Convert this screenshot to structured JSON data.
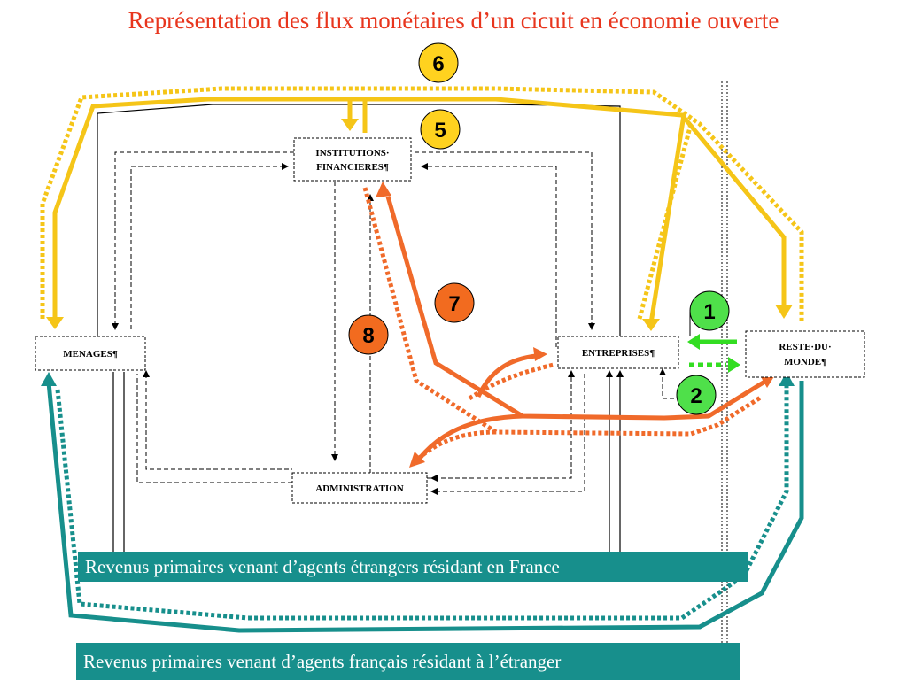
{
  "title": "Représentation des flux monétaires d’un cicuit en économie ouverte",
  "nodes": {
    "institutions": [
      "INSTITUTIONS·",
      "FINANCIERES¶"
    ],
    "menages": "MENAGES¶",
    "entreprises": "ENTREPRISES¶",
    "reste_du_monde": [
      "RESTE·DU·",
      "MONDE¶"
    ],
    "administration": "ADMINISTRATION"
  },
  "badges": [
    "1",
    "2",
    "5",
    "6",
    "7",
    "8"
  ],
  "captions": {
    "inbound": "Revenus primaires venant d’agents étrangers résidant en France",
    "outbound": "Revenus primaires venant d’agents français résidant à l’étranger"
  },
  "colors": {
    "title": "#e8351d",
    "yellow_flow": "#f5c518",
    "orange_flow": "#f06a2a",
    "teal_flow": "#178f8c",
    "green_flow": "#33dd22",
    "badge_yellow": "#ffd21f",
    "badge_orange": "#f26b1f",
    "badge_green": "#4fe04a",
    "caption_bg": "#178f8c"
  }
}
